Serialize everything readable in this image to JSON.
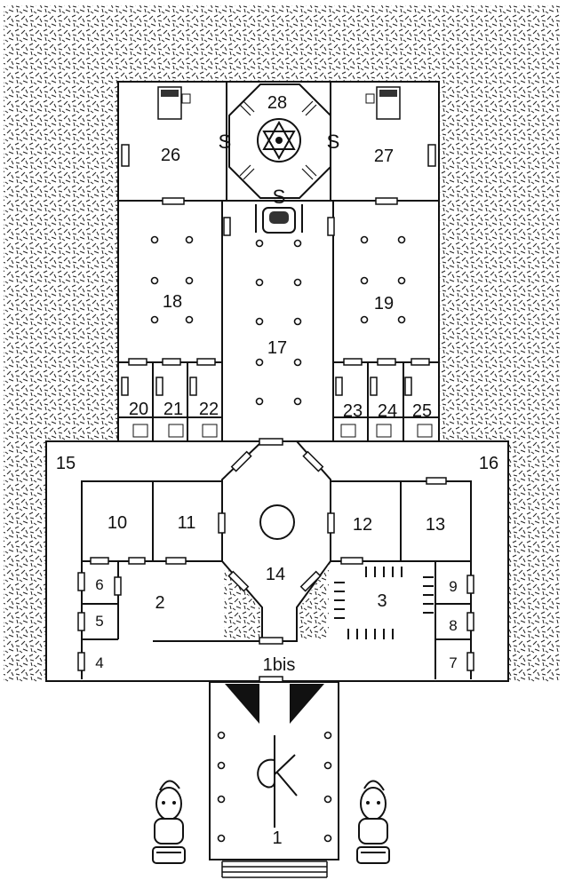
{
  "map": {
    "rooms": [
      {
        "id": "r1",
        "label": "1"
      },
      {
        "id": "r1bis",
        "label": "1bis"
      },
      {
        "id": "r2",
        "label": "2"
      },
      {
        "id": "r3",
        "label": "3"
      },
      {
        "id": "r4",
        "label": "4"
      },
      {
        "id": "r5",
        "label": "5"
      },
      {
        "id": "r6",
        "label": "6"
      },
      {
        "id": "r7",
        "label": "7"
      },
      {
        "id": "r8",
        "label": "8"
      },
      {
        "id": "r9",
        "label": "9"
      },
      {
        "id": "r10",
        "label": "10"
      },
      {
        "id": "r11",
        "label": "11"
      },
      {
        "id": "r12",
        "label": "12"
      },
      {
        "id": "r13",
        "label": "13"
      },
      {
        "id": "r14",
        "label": "14"
      },
      {
        "id": "r15",
        "label": "15"
      },
      {
        "id": "r16",
        "label": "16"
      },
      {
        "id": "r17",
        "label": "17"
      },
      {
        "id": "r18",
        "label": "18"
      },
      {
        "id": "r19",
        "label": "19"
      },
      {
        "id": "r20",
        "label": "20"
      },
      {
        "id": "r21",
        "label": "21"
      },
      {
        "id": "r22",
        "label": "22"
      },
      {
        "id": "r23",
        "label": "23"
      },
      {
        "id": "r24",
        "label": "24"
      },
      {
        "id": "r25",
        "label": "25"
      },
      {
        "id": "r26",
        "label": "26"
      },
      {
        "id": "r27",
        "label": "27"
      },
      {
        "id": "r28",
        "label": "28"
      }
    ],
    "statue_markers": [
      "S",
      "S",
      "S"
    ],
    "entrance_monogram": "pk",
    "icons": [
      "bed-icon",
      "hexagram-icon",
      "throne-icon",
      "guardian-statue-icon"
    ]
  }
}
